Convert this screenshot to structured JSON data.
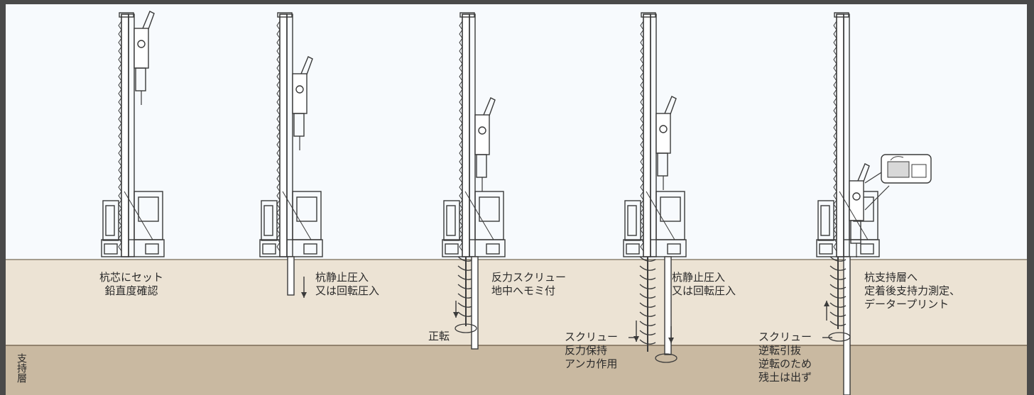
{
  "colors": {
    "sky": "#f7fafd",
    "upper_soil": "#ece3d4",
    "bearing_layer": "#c9b9a1",
    "frame": "#4a4a4a",
    "line": "#3a3a3a"
  },
  "layer_label": "支持層",
  "steps": [
    {
      "label": "杭芯にセット\n鉛直度確認"
    },
    {
      "label": "杭静止圧入\n又は回転圧入"
    },
    {
      "label": "反力スクリュー\n地中へモミ付",
      "note": "正転"
    },
    {
      "label": "杭静止圧入\n又は回転圧入",
      "note": "スクリュー\n反力保持\nアンカ作用"
    },
    {
      "label": "杭支持層へ\n定着後支持力測定、\nデータープリント",
      "note": "スクリュー\n逆転引抜\n逆転のため\n残土は出ず"
    }
  ]
}
